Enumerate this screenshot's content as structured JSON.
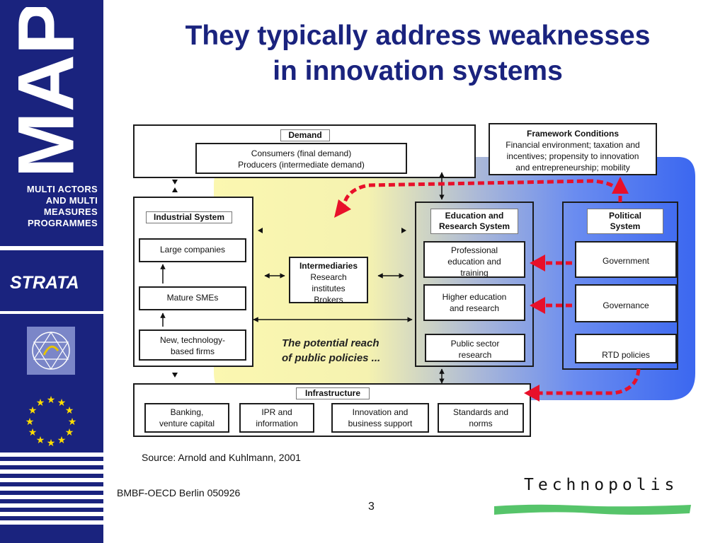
{
  "sidebar": {
    "logo": "MAP",
    "tagline_lines": [
      "MULTI  ACTORS",
      "AND  MULTI",
      "MEASURES",
      "PROGRAMMES"
    ],
    "strata": "STRATA"
  },
  "title_lines": [
    "They typically address weaknesses",
    "in innovation systems"
  ],
  "diagram": {
    "demand": {
      "header": "Demand",
      "line1": "Consumers (final demand)",
      "line2": "Producers (intermediate demand)"
    },
    "framework": {
      "header": "Framework Conditions",
      "line1": "Financial environment; taxation and",
      "line2": "incentives; propensity to innovation",
      "line3": "and entrepreneurship; mobility"
    },
    "industrial": {
      "header": "Industrial System",
      "large": "Large companies",
      "mature": "Mature SMEs",
      "newtech_1": "New, technology-",
      "newtech_2": "based firms"
    },
    "intermediaries": {
      "header": "Intermediaries",
      "line1": "Research",
      "line2": "institutes",
      "line3": "Brokers"
    },
    "education": {
      "header_1": "Education and",
      "header_2": "Research System",
      "prof_1": "Professional",
      "prof_2": "education and",
      "prof_3": "training",
      "higher_1": "Higher education",
      "higher_2": "and research",
      "public_1": "Public sector",
      "public_2": "research"
    },
    "political": {
      "header_1": "Political",
      "header_2": "System",
      "government": "Government",
      "governance": "Governance",
      "rtd": "RTD policies"
    },
    "reach_1": "The potential reach",
    "reach_2": "of public policies ...",
    "infrastructure": {
      "header": "Infrastructure",
      "banking_1": "Banking,",
      "banking_2": "venture capital",
      "ipr_1": "IPR and",
      "ipr_2": "information",
      "innovation_1": "Innovation and",
      "innovation_2": "business support",
      "standards_1": "Standards and",
      "standards_2": "norms"
    }
  },
  "source": "Source: Arnold and Kuhlmann, 2001",
  "footer": "BMBF-OECD Berlin 050926",
  "page_number": "3",
  "brand": "Technopolis",
  "colors": {
    "sidebar": "#1a237e",
    "title": "#1a237e",
    "policy_arrow": "#e8102a",
    "gradient_yellow": "#fbf7b0",
    "gradient_blue": "#3b67f0",
    "brand_stroke": "#56c46a"
  }
}
